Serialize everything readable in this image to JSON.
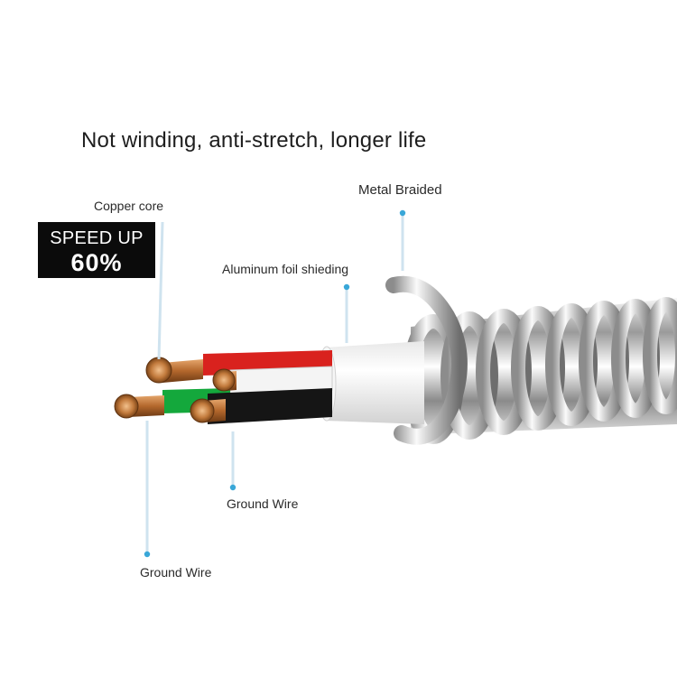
{
  "headline": "Not winding, anti-stretch, longer life",
  "badge": {
    "line1": "SPEED UP",
    "line2": "60%"
  },
  "labels": {
    "copper_core": "Copper core",
    "metal_braided": "Metal Braided",
    "aluminum_foil": "Aluminum foil shieding",
    "ground_wire_middle": "Ground Wire",
    "ground_wire_bottom": "Ground Wire"
  },
  "colors": {
    "callout_line": "#cfe3ef",
    "callout_dot": "#39a7d8",
    "wire_red": "#d9221e",
    "wire_green": "#14a83c",
    "wire_black": "#151515",
    "wire_white": "#f4f4f4",
    "copper": "#b8703a"
  }
}
